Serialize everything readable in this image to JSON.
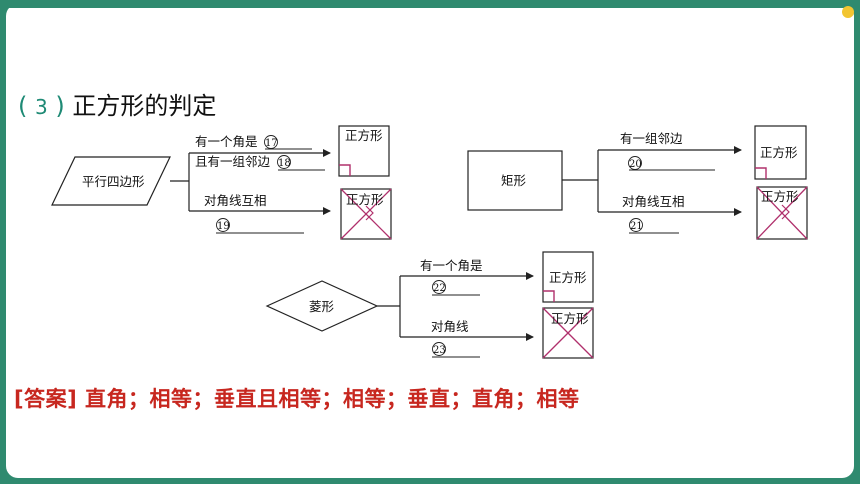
{
  "heading": {
    "open_paren": "(",
    "number": "3",
    "close_paren": ")",
    "title": "正方形的判定"
  },
  "shapes": {
    "parallelogram": "平行四边形",
    "rectangle": "矩形",
    "rhombus": "菱形",
    "square": "正方形"
  },
  "branches": {
    "para_top_1": "有一个角是",
    "para_top_num1": "17",
    "para_top_2": "且有一组邻边",
    "para_top_num2": "18",
    "para_bottom": "对角线互相",
    "para_bottom_num": "19",
    "rect_top": "有一组邻边",
    "rect_top_num": "20",
    "rect_bottom": "对角线互相",
    "rect_bottom_num": "21",
    "rhom_top": "有一个角是",
    "rhom_top_num": "22",
    "rhom_bottom": "对角线",
    "rhom_bottom_num": "23"
  },
  "answer": {
    "label": "[答案]",
    "text": "直角；相等；垂直且相等；相等；垂直；直角；相等"
  },
  "colors": {
    "background": "#2f8a6f",
    "accent_teal": "#1e8a75",
    "answer_red": "#c7271f",
    "mark_pink": "#b0306c",
    "cross_pink": "#b0306c"
  }
}
